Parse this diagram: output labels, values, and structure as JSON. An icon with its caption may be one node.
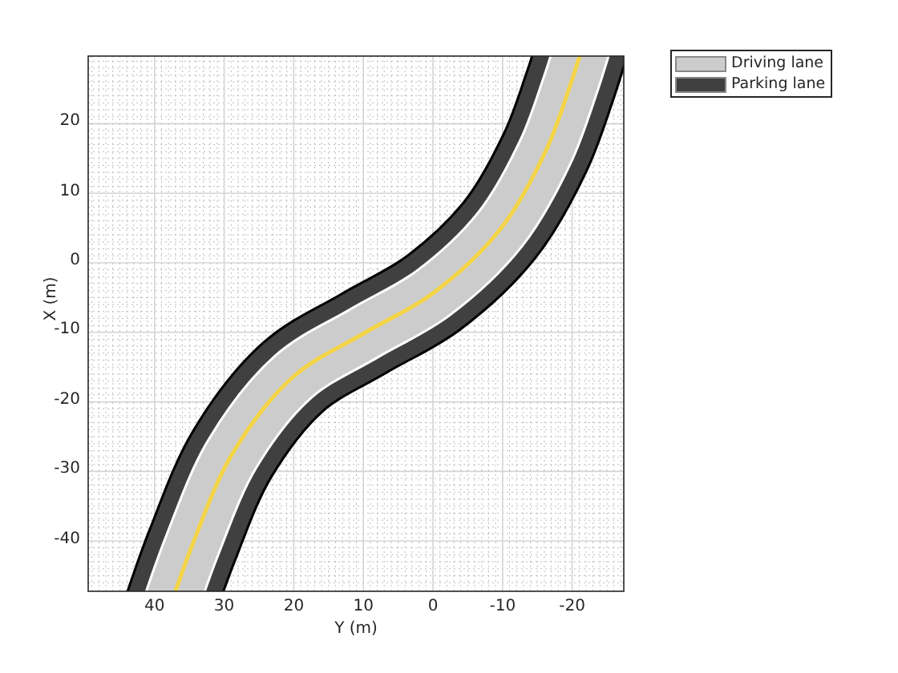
{
  "diagram": {
    "labels": [
      "20",
      "10",
      "0",
      "-10",
      "-20",
      "-30",
      "-40",
      "40",
      "30",
      "20",
      "10",
      "0",
      "-10",
      "-20",
      "Y (m)",
      "X (m)"
    ],
    "legend": [
      {
        "text": "Driving lane",
        "color": "#cccccc"
      },
      {
        "text": "Parking lane",
        "color": "#404040"
      }
    ]
  }
}
